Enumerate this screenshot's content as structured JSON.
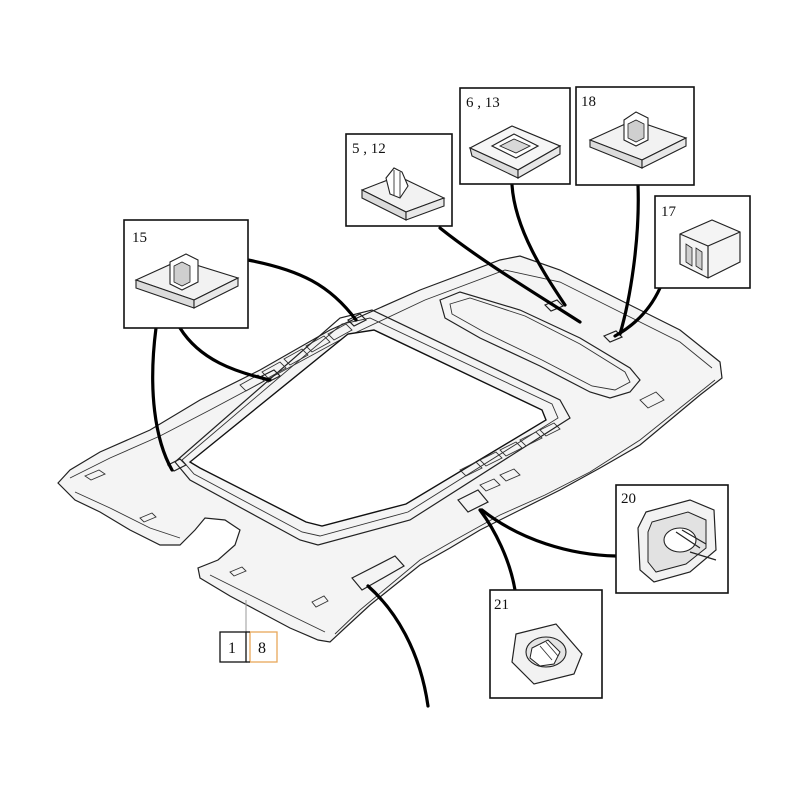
{
  "callouts": [
    {
      "id": "c15",
      "label": "15"
    },
    {
      "id": "c512",
      "label": "5 , 12"
    },
    {
      "id": "c613",
      "label": "6 , 13"
    },
    {
      "id": "c18",
      "label": "18"
    },
    {
      "id": "c17",
      "label": "17"
    },
    {
      "id": "c20",
      "label": "20"
    },
    {
      "id": "c21",
      "label": "21"
    }
  ],
  "ref_table": {
    "left": "1",
    "right": "8"
  },
  "colors": {
    "line": "#000000",
    "panel_fill": "#f4f4f4",
    "highlight_cell": "#e8a85a"
  }
}
